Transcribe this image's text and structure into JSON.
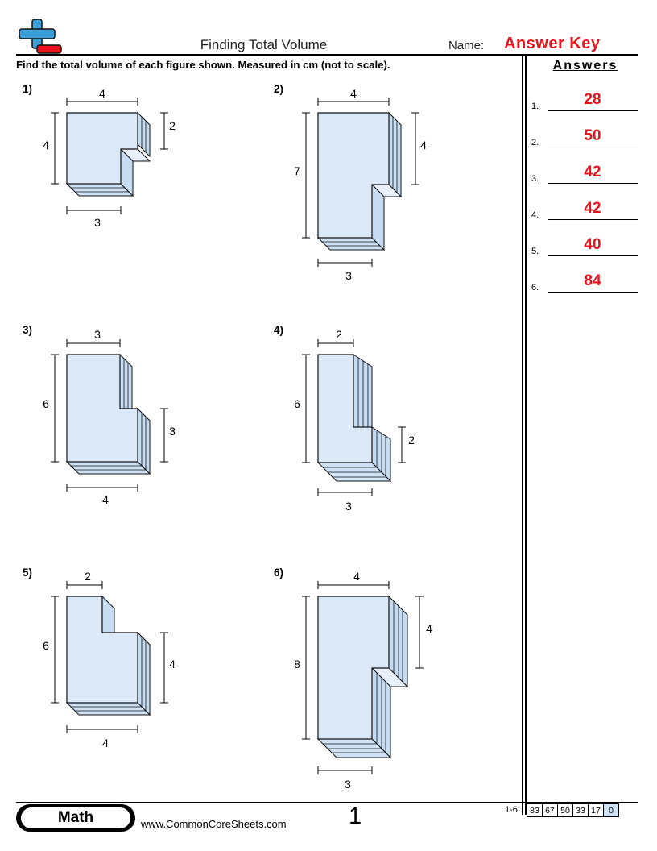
{
  "header": {
    "title": "Finding Total Volume",
    "name_label": "Name:",
    "name_value": "Answer Key",
    "instructions": "Find the total volume of each figure shown. Measured in cm (not to scale)."
  },
  "answers": {
    "title": "Answers",
    "items": [
      {
        "num": "1.",
        "value": "28"
      },
      {
        "num": "2.",
        "value": "50"
      },
      {
        "num": "3.",
        "value": "42"
      },
      {
        "num": "4.",
        "value": "42"
      },
      {
        "num": "5.",
        "value": "40"
      },
      {
        "num": "6.",
        "value": "84"
      }
    ]
  },
  "problems": [
    {
      "num": "1)",
      "top": "4",
      "left": "4",
      "right": "2",
      "bottom": "3"
    },
    {
      "num": "2)",
      "top": "4",
      "left": "7",
      "right": "4",
      "bottom": "3"
    },
    {
      "num": "3)",
      "top": "3",
      "left": "6",
      "right": "3",
      "bottom": "4"
    },
    {
      "num": "4)",
      "top": "2",
      "left": "6",
      "right": "2",
      "bottom": "3"
    },
    {
      "num": "5)",
      "top": "2",
      "left": "6",
      "right": "4",
      "bottom": "4"
    },
    {
      "num": "6)",
      "top": "4",
      "left": "8",
      "right": "4",
      "bottom": "3"
    }
  ],
  "colors": {
    "accent_red": "#e8141b",
    "figure_fill": "#dbe9f8",
    "logo_blue": "#3aa0dc",
    "highlight": "#cfe2f3"
  },
  "footer": {
    "subject": "Math",
    "site": "www.CommonCoreSheets.com",
    "page": "1",
    "range": "1-6",
    "scores": [
      "83",
      "67",
      "50",
      "33",
      "17",
      "0"
    ]
  }
}
